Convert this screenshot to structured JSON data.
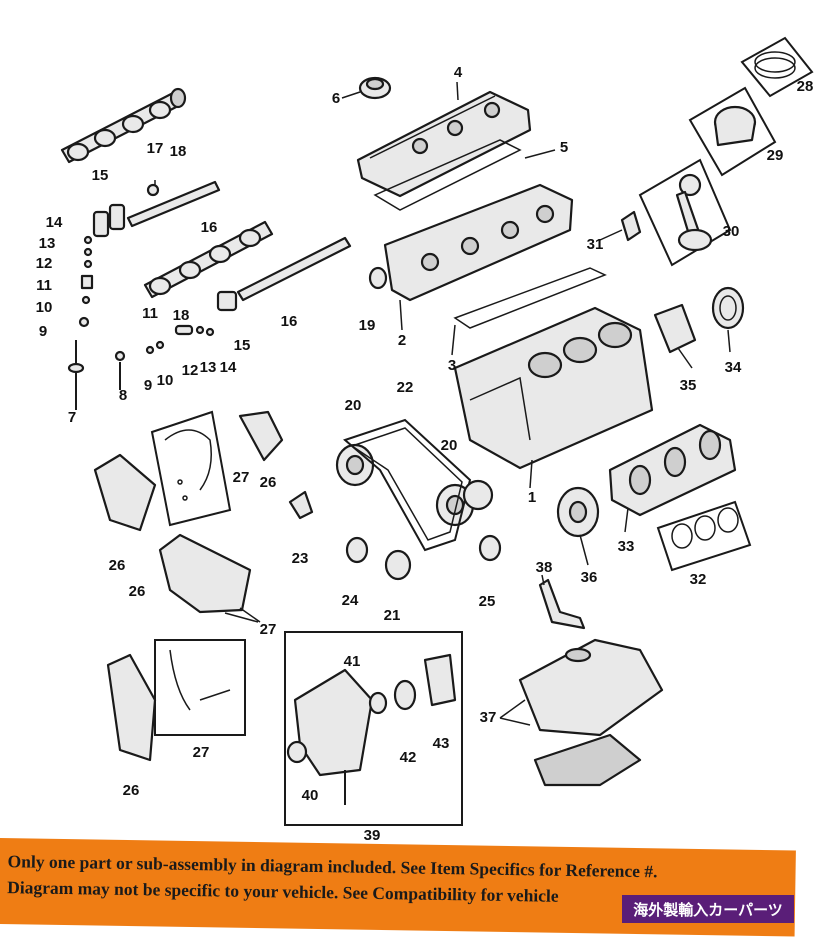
{
  "diagram": {
    "labels": {
      "l1": "1",
      "l2": "2",
      "l3": "3",
      "l4": "4",
      "l5": "5",
      "l6": "6",
      "l7": "7",
      "l8": "8",
      "l9a": "9",
      "l9b": "9",
      "l10a": "10",
      "l10b": "10",
      "l11a": "11",
      "l11b": "11",
      "l12a": "12",
      "l12b": "12",
      "l13a": "13",
      "l13b": "13",
      "l14a": "14",
      "l14b": "14",
      "l15a": "15",
      "l15b": "15",
      "l16a": "16",
      "l16b": "16",
      "l17": "17",
      "l18a": "18",
      "l18b": "18",
      "l19": "19",
      "l20a": "20",
      "l20b": "20",
      "l21": "21",
      "l22": "22",
      "l23": "23",
      "l24": "24",
      "l25": "25",
      "l26a": "26",
      "l26b": "26",
      "l26c": "26",
      "l26d": "26",
      "l27a": "27",
      "l27b": "27",
      "l27c": "27",
      "l28": "28",
      "l29": "29",
      "l30": "30",
      "l31": "31",
      "l32": "32",
      "l33": "33",
      "l34": "34",
      "l35": "35",
      "l36": "36",
      "l37": "37",
      "l38": "38",
      "l39": "39",
      "l40": "40",
      "l41": "41",
      "l42": "42",
      "l43": "43"
    }
  },
  "notice": {
    "line1": "Only one part or sub-assembly in diagram included. See Item Specifics for Reference #.",
    "line2": "Diagram may not be specific to your vehicle. See Compatibility for vehicle"
  },
  "shop_badge": "海外製輸入カーパーツ",
  "colors": {
    "banner": "#ef7d14",
    "badge": "#5a1e78",
    "badge_text": "#ffffff"
  }
}
